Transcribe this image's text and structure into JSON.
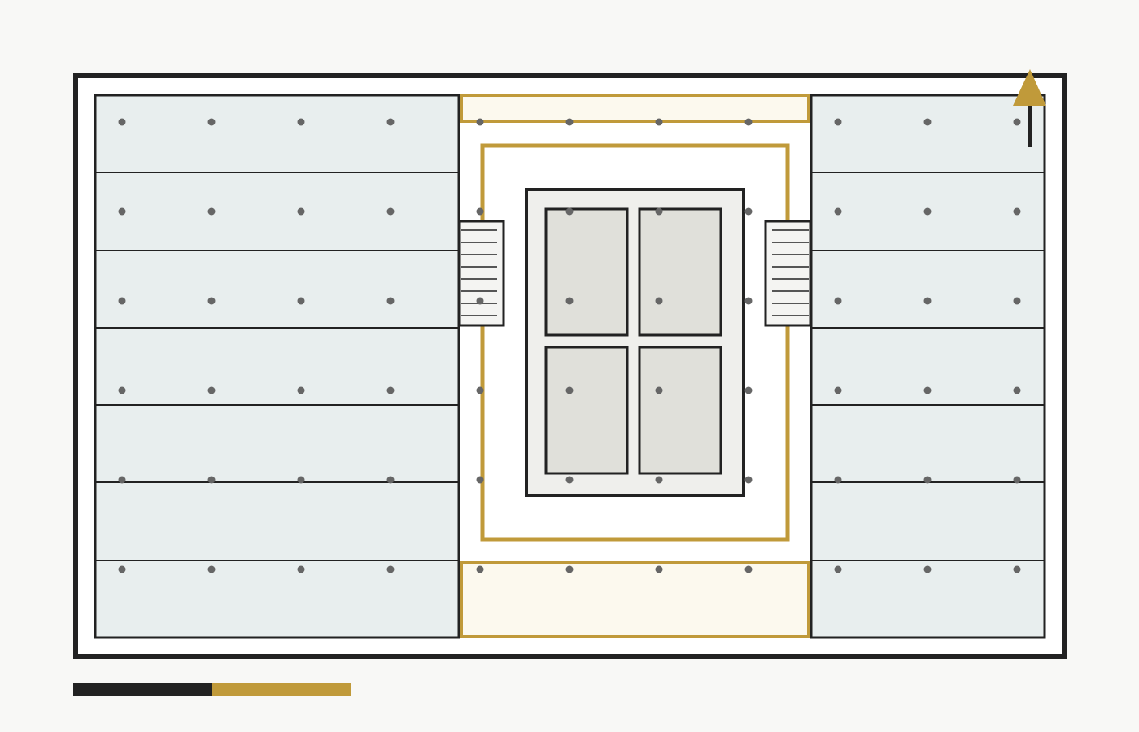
{
  "colors": {
    "background": "#f8f8f6",
    "outline": "#222222",
    "floor": "#ffffff",
    "wing_fill": "#e8eeee",
    "gold": "#c09a3a",
    "highlight_fill": "#fcf9ee",
    "stair_fill": "#f4f4f2",
    "core_fill": "#efefec",
    "core_room_fill": "#e0e0da",
    "column_dot": "#666666",
    "scale_dark": "#222222",
    "scale_gold": "#c09a3a"
  },
  "icons": {
    "north_arrow": "north-arrow-icon",
    "scale_bar": "scale-bar"
  },
  "plan": {
    "left_wing_bays": 7,
    "right_wing_bays": 7,
    "stair_treads_per_flight": 8,
    "core_rooms": 4,
    "column_grid": {
      "columns": 11,
      "rows": 6
    },
    "scale_bar_segments": 2
  }
}
